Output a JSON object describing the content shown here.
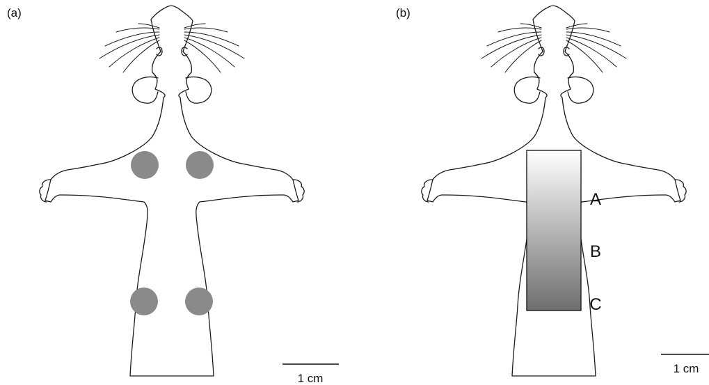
{
  "panels": [
    {
      "label": "(a)",
      "scale_bar": "1 cm",
      "spot_color": "#8a8a8a"
    },
    {
      "label": "(b)",
      "scale_bar": "1 cm",
      "gradient_top": "#ffffff",
      "gradient_bottom": "#6e6e6e",
      "region_labels": [
        "A",
        "B",
        "C"
      ]
    }
  ]
}
